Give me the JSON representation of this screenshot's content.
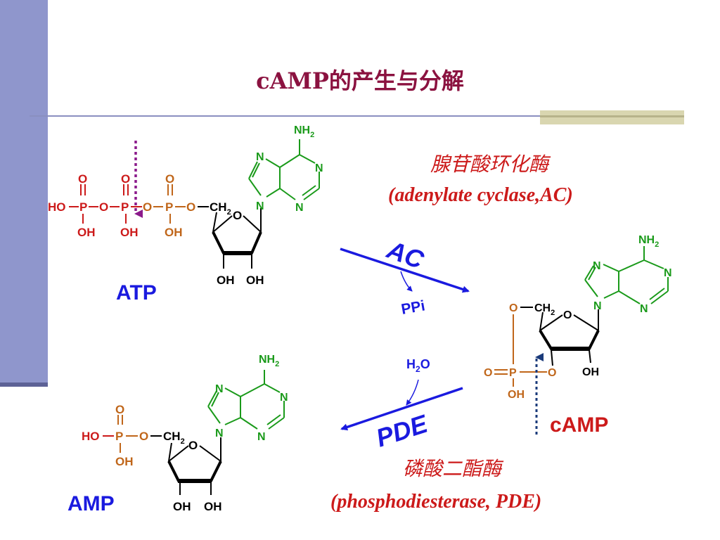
{
  "title": "cAMP的产生与分解",
  "enzymes": {
    "ac": {
      "cn": "腺苷酸环化酶",
      "en": "(adenylate cyclase,AC)",
      "abbr": "AC",
      "byproduct": "PPi"
    },
    "pde": {
      "cn": "磷酸二酯酶",
      "en": "(phosphodiesterase, PDE)",
      "abbr": "PDE",
      "reactant_h": "H",
      "reactant_sub": "2",
      "reactant_o": "O"
    }
  },
  "molecules": {
    "atp": {
      "label": "ATP"
    },
    "camp": {
      "label": "cAMP"
    },
    "amp": {
      "label": "AMP"
    }
  },
  "atoms": {
    "ho": "HO",
    "o": "O",
    "p": "P",
    "oh": "OH",
    "ch": "CH",
    "ch_sub": "2",
    "n": "N",
    "nh": "NH",
    "nh_sub": "2"
  },
  "colors": {
    "title": "#8b1240",
    "phosphate_red": "#cc1a1a",
    "phosphate_orange": "#c0661a",
    "base_green": "#1a9a1a",
    "arrow_blue": "#1a1adf",
    "label_blue": "#1a1adf",
    "cut_purple": "#8b1a8b",
    "camp_dotted": "#1a3a7a"
  }
}
